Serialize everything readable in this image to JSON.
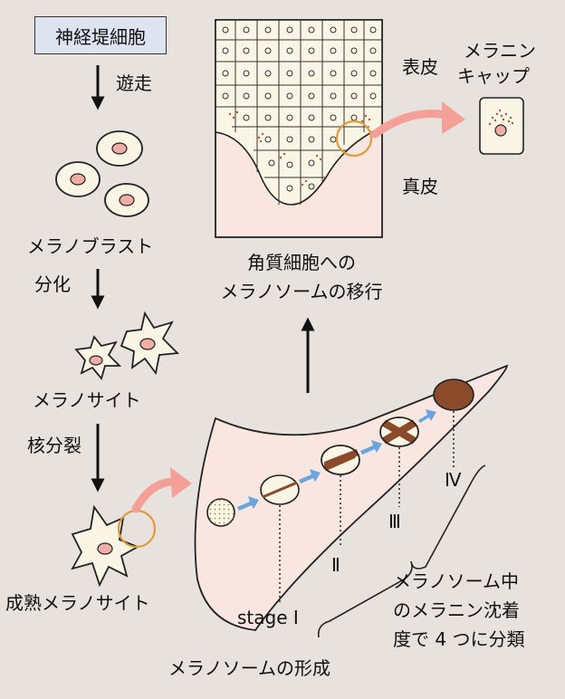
{
  "labels": {
    "neural_crest": "神経堤細胞",
    "migration": "遊走",
    "melanoblast": "メラノブラスト",
    "differentiation": "分化",
    "melanocyte": "メラノサイト",
    "nuclear_division": "核分裂",
    "mature_melanocyte": "成熟メラノサイト",
    "epidermis": "表皮",
    "dermis": "真皮",
    "melanin_cap_line1": "メラニン",
    "melanin_cap_line2": "キャップ",
    "transfer_line1": "角質細胞への",
    "transfer_line2": "メラノソームの移行",
    "stage1": "stage Ⅰ",
    "stage2": "Ⅱ",
    "stage3": "Ⅲ",
    "stage4": "Ⅳ",
    "classification_line1": "メラノソーム中",
    "classification_line2": "のメラニン沈着",
    "classification_line3": "度で 4 つに分類",
    "formation": "メラノソームの形成"
  },
  "colors": {
    "background": "#e8e2df",
    "cell_fill": "#fbf5e6",
    "nucleus": "#f2aca6",
    "dermis": "#f9e6e0",
    "highlight_ring": "#e39a3a",
    "pink_arrow": "#f4a096",
    "blue_arrow": "#6aa6dd",
    "melanin": "#8b4a2a",
    "label_box": "#dde3ef"
  }
}
